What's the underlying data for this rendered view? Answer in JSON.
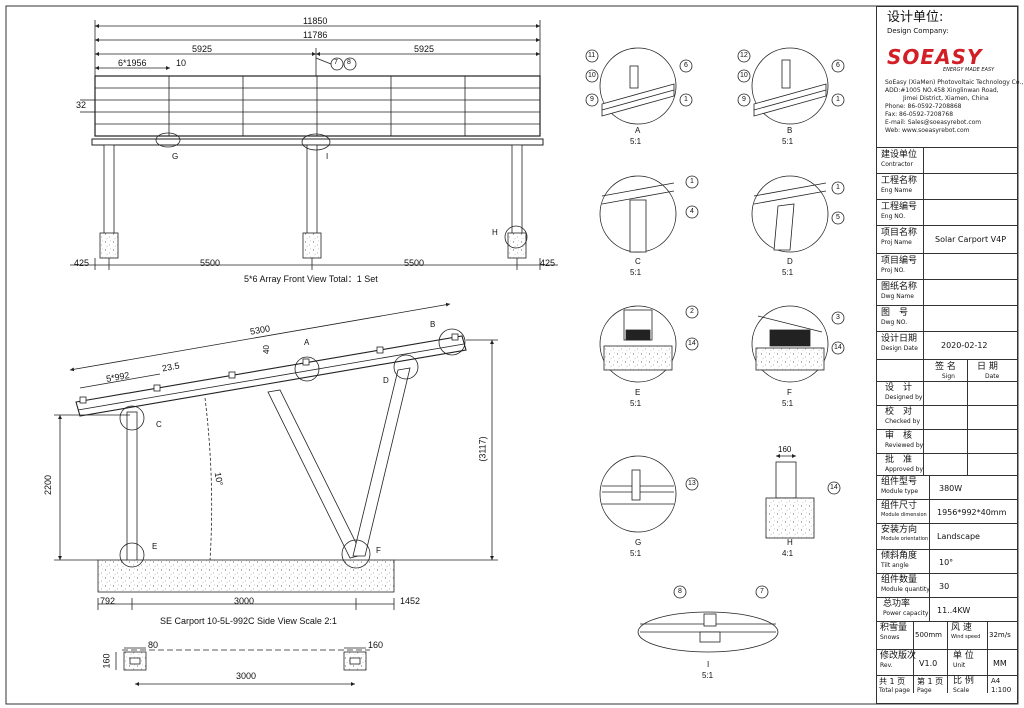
{
  "title_block": {
    "design_company_cn": "设计单位:",
    "design_company_en": "Design Company:",
    "logo": "SOEASY",
    "slogan": "ENERGY MADE EASY",
    "company_lines": [
      "SoEasy (XiaMen) Photovoltaic Technology Co., Ltd.",
      "ADD:#1005 NO.458 Xinglinwan Road,",
      "Jimei District, Xiamen, China",
      "Phone: 86-0592-7208868",
      "Fax: 86-0592-7208768",
      "E-mail: Sales@soeasyrebot.com",
      "Web: www.soeasyrebot.com"
    ],
    "rows": [
      {
        "cn": "建设单位",
        "en": "Contractor",
        "value": ""
      },
      {
        "cn": "工程名称",
        "en": "Eng Name",
        "value": ""
      },
      {
        "cn": "工程编号",
        "en": "Eng NO.",
        "value": ""
      },
      {
        "cn": "项目名称",
        "en": "Proj Name",
        "value": "Solar Carport V4P"
      },
      {
        "cn": "项目编号",
        "en": "Proj NO.",
        "value": ""
      },
      {
        "cn": "图纸名称",
        "en": "Dwg Name",
        "value": ""
      },
      {
        "cn": "图　号",
        "en": "Dwg NO.",
        "value": ""
      },
      {
        "cn": "设计日期",
        "en": "Design Date",
        "value": "2020-02-12"
      }
    ],
    "sign_header": {
      "sign_cn": "签 名",
      "sign_en": "Sign",
      "date_cn": "日 期",
      "date_en": "Date"
    },
    "approvals": [
      {
        "cn": "设　计",
        "en": "Designed by"
      },
      {
        "cn": "校　对",
        "en": "Checked by"
      },
      {
        "cn": "审　核",
        "en": "Reviewed by"
      },
      {
        "cn": "批　准",
        "en": "Approved by"
      }
    ],
    "specs": [
      {
        "cn": "组件型号",
        "en": "Module type",
        "value": "380W"
      },
      {
        "cn": "组件尺寸",
        "en": "Module dimension",
        "value": "1956*992*40mm"
      },
      {
        "cn": "安装方向",
        "en": "Module orientation",
        "value": "Landscape"
      },
      {
        "cn": "倾斜角度",
        "en": "Tilt angle",
        "value": "10°"
      },
      {
        "cn": "组件数量",
        "en": "Module quantity",
        "value": "30"
      },
      {
        "cn": "总功率",
        "en": "Power capacity",
        "value": "11..4KW"
      }
    ],
    "snow": {
      "cn": "积雪量",
      "en": "Snows",
      "value": "500mm",
      "wind_cn": "风 速",
      "wind_en": "Wind speed",
      "wind_value": "32m/s"
    },
    "rev": {
      "cn": "修改版次",
      "en": "Rev.",
      "value": "V1.0",
      "unit_cn": "单 位",
      "unit_en": "Unit",
      "unit_value": "MM"
    },
    "footer": {
      "total_cn": "共 1 页",
      "total_en": "Total page",
      "page_cn": "第 1 页",
      "page_en": "Page",
      "scale_cn": "比 例",
      "scale_en": "Scale",
      "size": "A4",
      "scale": "1:100"
    }
  },
  "front_view": {
    "caption": "5*6 Array  Front View   Total：1 Set",
    "dim_total": "11850",
    "dim_inner": "11786",
    "dim_half_left": "5925",
    "dim_half_right": "5925",
    "dim_module": "6*1956",
    "dim_gap": "10",
    "dim_height": "32",
    "dim_overhang_left": "425",
    "dim_span_left": "5500",
    "dim_span_right": "5500",
    "dim_overhang_right": "425",
    "callout_g": "G",
    "callout_i": "I",
    "callout_h": "H",
    "callout_7": "7",
    "callout_8": "8"
  },
  "side_view": {
    "caption": "SE  Carport  10-5L-992C    Side View     Scale  2:1",
    "dim_rail": "5300",
    "dim_modules": "5*992",
    "dim_gap": "23.5",
    "dim_thickness": "40",
    "dim_height_left": "2200",
    "dim_height_right": "(3117)",
    "dim_tilt": "10°",
    "dim_base_left": "792",
    "dim_base_mid": "3000",
    "dim_base_right": "1452",
    "callouts": [
      "A",
      "B",
      "C",
      "D",
      "E",
      "F"
    ]
  },
  "plan_view": {
    "dim_80": "80",
    "dim_160_right": "160",
    "dim_160_left": "160",
    "dim_3000": "3000"
  },
  "details": [
    {
      "id": "A",
      "scale": "5:1",
      "nums": [
        "11",
        "10",
        "9",
        "6",
        "1"
      ]
    },
    {
      "id": "B",
      "scale": "5:1",
      "nums": [
        "12",
        "10",
        "9",
        "6",
        "1"
      ]
    },
    {
      "id": "C",
      "scale": "5:1",
      "nums": [
        "1",
        "4"
      ]
    },
    {
      "id": "D",
      "scale": "5:1",
      "nums": [
        "1",
        "5"
      ]
    },
    {
      "id": "E",
      "scale": "5:1",
      "nums": [
        "2",
        "14"
      ]
    },
    {
      "id": "F",
      "scale": "5:1",
      "nums": [
        "3",
        "14"
      ]
    },
    {
      "id": "G",
      "scale": "5:1",
      "nums": [
        "13"
      ]
    },
    {
      "id": "H",
      "scale": "4:1",
      "nums": [
        "160",
        "14"
      ]
    },
    {
      "id": "I",
      "scale": "5:1",
      "nums": [
        "8",
        "7"
      ]
    }
  ]
}
